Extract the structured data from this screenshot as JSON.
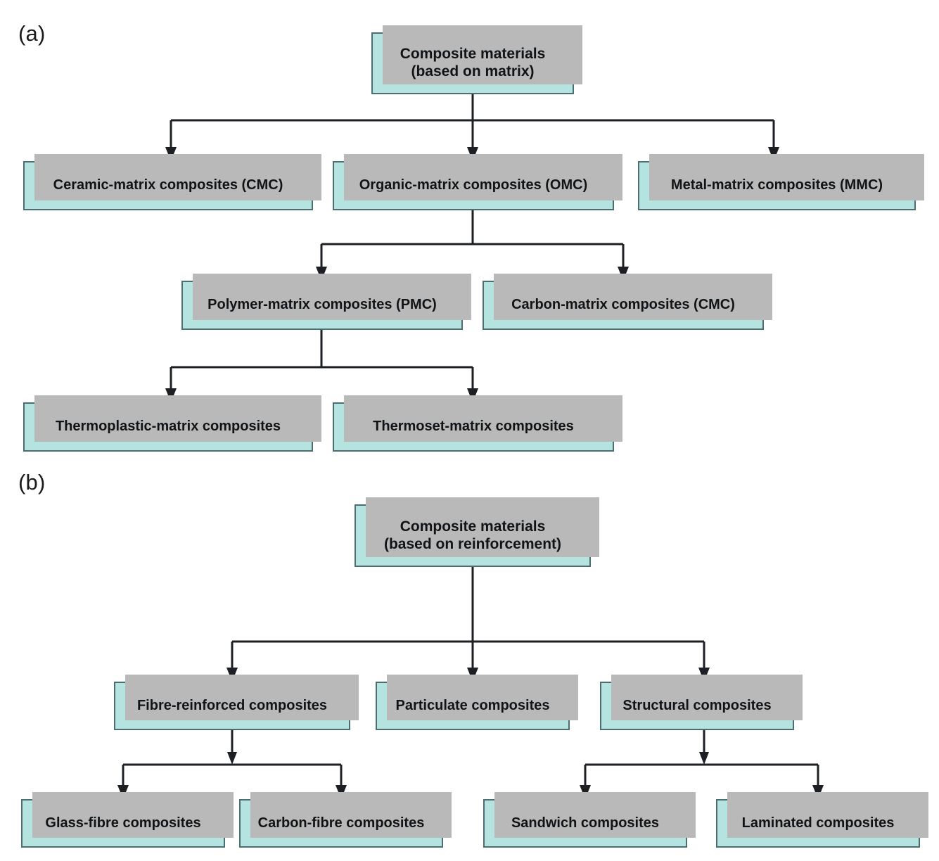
{
  "figure": {
    "background_color": "#ffffff",
    "box_fill_color": "#b5e3e0",
    "box_border_color": "#4c6e72",
    "box_shadow_color": "#b9b9b9",
    "connector_color": "#1c1f23",
    "text_color": "#111417"
  },
  "panels": [
    {
      "label": "(a)",
      "root": "Composite materials\n(based on matrix)",
      "level2": [
        "Ceramic-matrix composites (CMC)",
        "Organic-matrix composites (OMC)",
        "Metal-matrix composites (MMC)"
      ],
      "level3": [
        "Polymer-matrix composites (PMC)",
        "Carbon-matrix composites (CMC)"
      ],
      "level4": [
        "Thermoplastic-matrix composites",
        "Thermoset-matrix composites"
      ]
    },
    {
      "label": "(b)",
      "root": "Composite materials\n(based on reinforcement)",
      "level2": [
        "Fibre-reinforced composites",
        "Particulate composites",
        "Structural composites"
      ],
      "level3_fibre": [
        "Glass-fibre composites",
        "Carbon-fibre composites"
      ],
      "level3_structural": [
        "Sandwich composites",
        "Laminated composites"
      ]
    }
  ],
  "chart_data": {
    "type": "diagram",
    "title": "Classification of composite materials",
    "subcharts": [
      {
        "id": "a",
        "title": "Composite materials (based on matrix)",
        "nodes": [
          {
            "id": "a-root",
            "label": "Composite materials (based on matrix)",
            "level": 0
          },
          {
            "id": "a-cmc",
            "label": "Ceramic-matrix composites (CMC)",
            "level": 1
          },
          {
            "id": "a-omc",
            "label": "Organic-matrix composites (OMC)",
            "level": 1
          },
          {
            "id": "a-mmc",
            "label": "Metal-matrix composites (MMC)",
            "level": 1
          },
          {
            "id": "a-pmc",
            "label": "Polymer-matrix composites (PMC)",
            "level": 2
          },
          {
            "id": "a-carbon",
            "label": "Carbon-matrix composites (CMC)",
            "level": 2
          },
          {
            "id": "a-thermoplastic",
            "label": "Thermoplastic-matrix composites",
            "level": 3
          },
          {
            "id": "a-thermoset",
            "label": "Thermoset-matrix composites",
            "level": 3
          }
        ],
        "edges": [
          [
            "a-root",
            "a-cmc"
          ],
          [
            "a-root",
            "a-omc"
          ],
          [
            "a-root",
            "a-mmc"
          ],
          [
            "a-omc",
            "a-pmc"
          ],
          [
            "a-omc",
            "a-carbon"
          ],
          [
            "a-pmc",
            "a-thermoplastic"
          ],
          [
            "a-pmc",
            "a-thermoset"
          ]
        ]
      },
      {
        "id": "b",
        "title": "Composite materials (based on reinforcement)",
        "nodes": [
          {
            "id": "b-root",
            "label": "Composite materials (based on reinforcement)",
            "level": 0
          },
          {
            "id": "b-fibre",
            "label": "Fibre-reinforced composites",
            "level": 1
          },
          {
            "id": "b-particulate",
            "label": "Particulate composites",
            "level": 1
          },
          {
            "id": "b-structural",
            "label": "Structural composites",
            "level": 1
          },
          {
            "id": "b-glass",
            "label": "Glass-fibre composites",
            "level": 2
          },
          {
            "id": "b-carbon",
            "label": "Carbon-fibre composites",
            "level": 2
          },
          {
            "id": "b-sandwich",
            "label": "Sandwich composites",
            "level": 2
          },
          {
            "id": "b-laminated",
            "label": "Laminated composites",
            "level": 2
          }
        ],
        "edges": [
          [
            "b-root",
            "b-fibre"
          ],
          [
            "b-root",
            "b-particulate"
          ],
          [
            "b-root",
            "b-structural"
          ],
          [
            "b-fibre",
            "b-glass"
          ],
          [
            "b-fibre",
            "b-carbon"
          ],
          [
            "b-structural",
            "b-sandwich"
          ],
          [
            "b-structural",
            "b-laminated"
          ]
        ]
      }
    ]
  }
}
